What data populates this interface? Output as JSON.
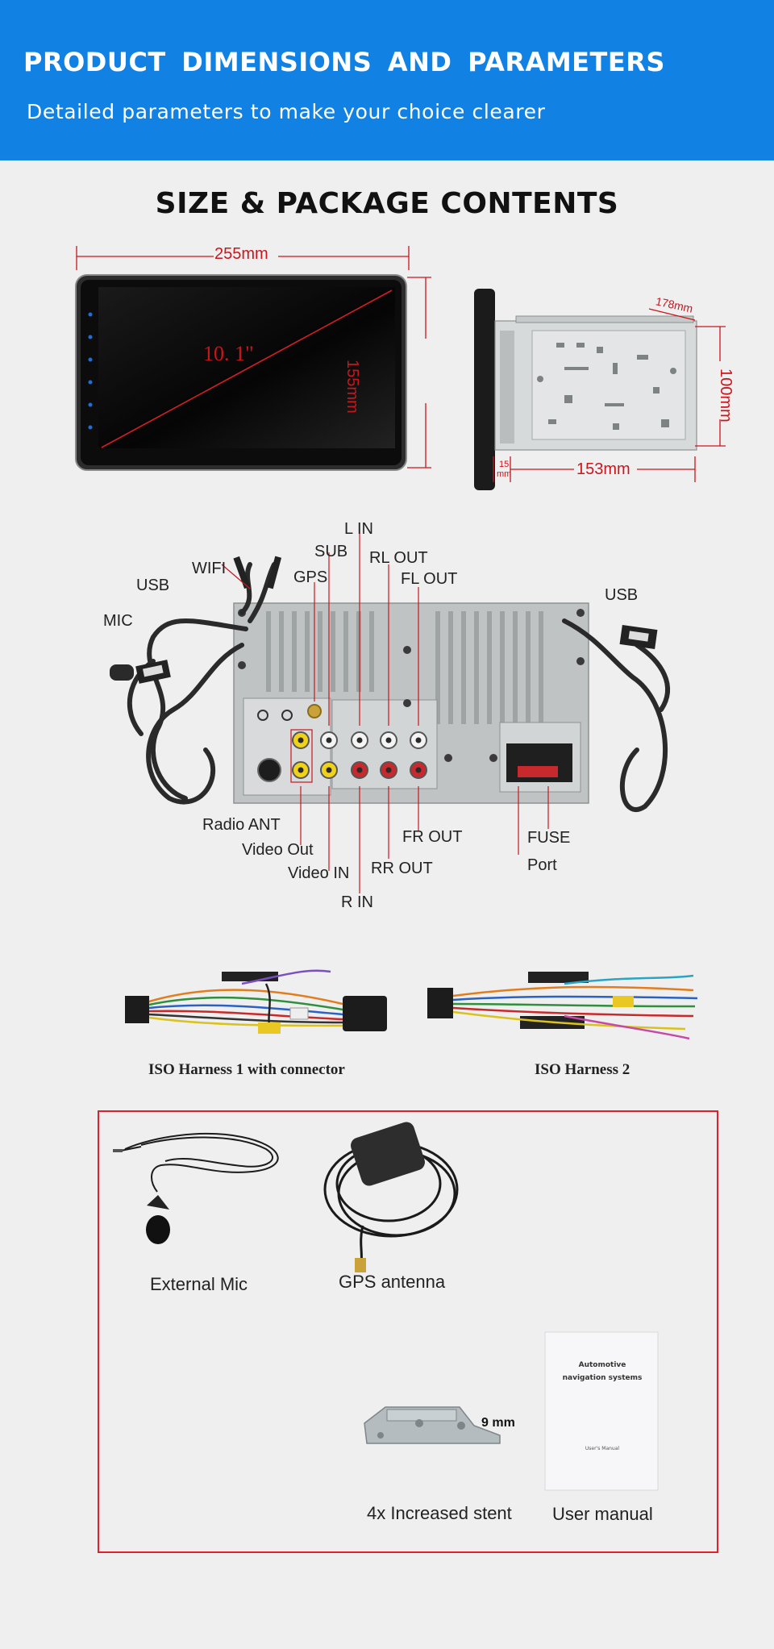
{
  "header": {
    "title": "PRODUCT  DIMENSIONS  AND PARAMETERS",
    "subtitle": "Detailed parameters to make your choice clearer"
  },
  "section_title": "SIZE & PACKAGE CONTENTS",
  "dimensions": {
    "front_width": "255mm",
    "front_height": "155mm",
    "screen_size": "10. 1\"",
    "side_depth_top": "178mm",
    "side_height": "100mm",
    "side_depth": "153mm",
    "side_face": "15",
    "side_face_unit": "mm"
  },
  "rear_panel_labels": {
    "l_in": "L IN",
    "sub": "SUB",
    "rl_out": "RL OUT",
    "fl_out": "FL OUT",
    "wifi": "WIFI",
    "gps": "GPS",
    "usb_left": "USB",
    "mic": "MIC",
    "usb_right": "USB",
    "radio_ant": "Radio ANT",
    "video_out": "Video Out",
    "video_in": "Video IN",
    "r_in": "R IN",
    "fr_out": "FR OUT",
    "rr_out": "RR OUT",
    "fuse": "FUSE",
    "port": "Port"
  },
  "harness": {
    "harness1": "ISO Harness 1 with connector",
    "harness2": "ISO Harness 2"
  },
  "package": {
    "external_mic": "External Mic",
    "gps_antenna": "GPS antenna",
    "stent_dimension": "9 mm",
    "stent": "4x Increased stent",
    "user_manual": "User manual",
    "manual_cover_title": "Automotive navigation systems",
    "manual_cover_small": "User's Manual"
  },
  "colors": {
    "header_blue": "#1181e3",
    "dimension_red": "#c8161d",
    "package_border": "#e0212b",
    "background": "#f0efef"
  }
}
